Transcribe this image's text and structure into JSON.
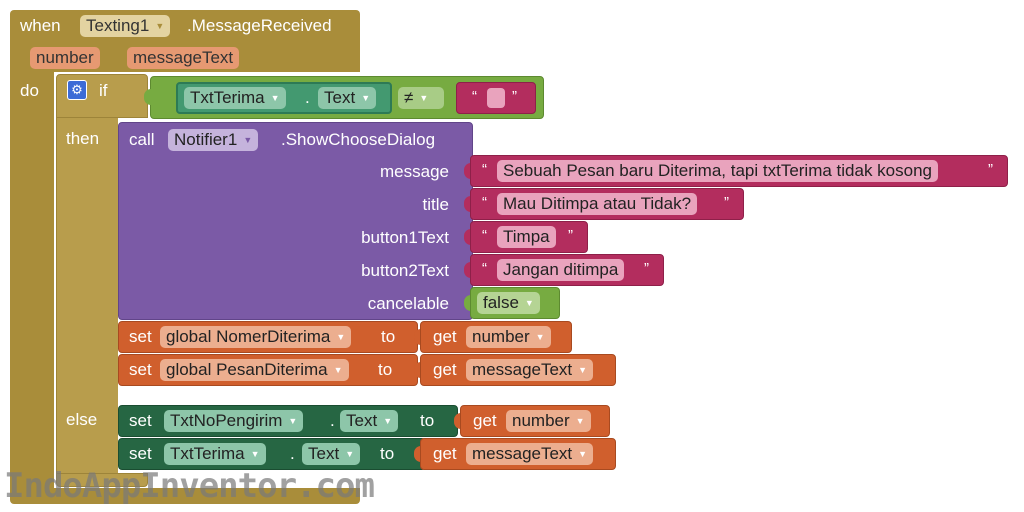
{
  "event": {
    "when": "when",
    "component": "Texting1",
    "event_name": ".MessageReceived",
    "params": [
      "number",
      "messageText"
    ],
    "do": "do"
  },
  "if_block": {
    "if": "if",
    "then": "then",
    "else": "else",
    "condition": {
      "component": "TxtTerima",
      "dot": ".",
      "property": "Text",
      "operator": "≠",
      "empty_quote_open": "“",
      "empty_quote_close": "”"
    }
  },
  "call": {
    "call": "call",
    "component": "Notifier1",
    "method": ".ShowChooseDialog",
    "args": [
      {
        "name": "message",
        "value": "Sebuah Pesan baru Diterima, tapi txtTerima tidak kosong"
      },
      {
        "name": "title",
        "value": "Mau Ditimpa atau Tidak?"
      },
      {
        "name": "button1Text",
        "value": "Timpa"
      },
      {
        "name": "button2Text",
        "value": "Jangan ditimpa"
      },
      {
        "name": "cancelable",
        "value": "false"
      }
    ]
  },
  "then_sets": [
    {
      "set": "set",
      "var": "global NomerDiterima",
      "to": "to",
      "get": "get",
      "source": "number"
    },
    {
      "set": "set",
      "var": "global PesanDiterima",
      "to": "to",
      "get": "get",
      "source": "messageText"
    }
  ],
  "else_sets": [
    {
      "set": "set",
      "component": "TxtNoPengirim",
      "dot": ".",
      "property": "Text",
      "to": "to",
      "get": "get",
      "source": "number"
    },
    {
      "set": "set",
      "component": "TxtTerima",
      "dot": ".",
      "property": "Text",
      "to": "to",
      "get": "get",
      "source": "messageText"
    }
  ],
  "watermark": "IndoAppInventor.com",
  "colors": {
    "event": "#a98d3a",
    "control": "#b89d4c",
    "logic": "#77ab41",
    "text": "#b32d5e",
    "procedure": "#7b5aa6",
    "variable": "#d05f2d",
    "component_set": "#266643",
    "component_get": "#439970",
    "dropdown_light": "#e8d6a0"
  },
  "icons": [
    "gear-icon",
    "dropdown-arrow-icon"
  ]
}
